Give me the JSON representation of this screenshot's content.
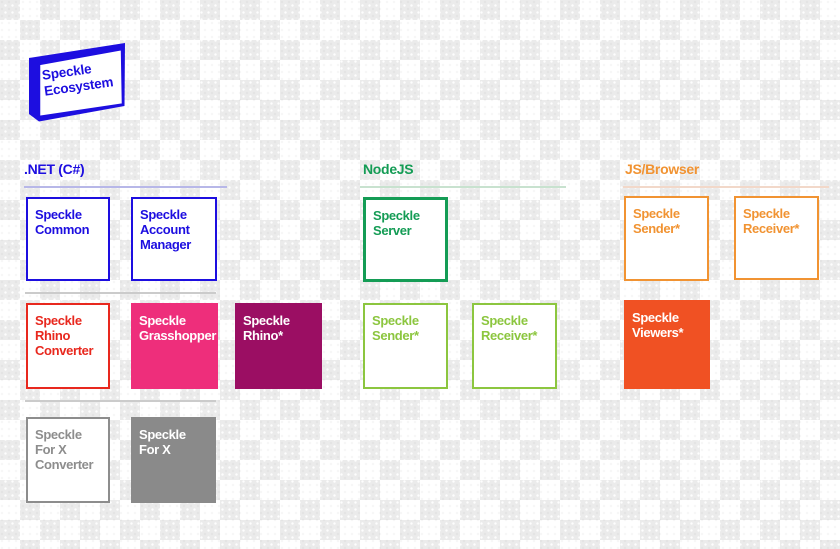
{
  "logo": {
    "title": "Speckle\nEcosystem"
  },
  "sections": {
    "dotnet": {
      "title": ".NET (C#)",
      "accent": "#1d0ee0",
      "rule_color": "#b7b7e8",
      "boxes": {
        "common": "Speckle\nCommon",
        "account_manager": "Speckle\nAccount\nManager",
        "rhino_converter": "Speckle\nRhino\nConverter",
        "grasshopper": "Speckle\nGrasshopper",
        "rhino": "Speckle\nRhino*",
        "for_x_converter": "Speckle\nFor X\nConverter",
        "for_x": "Speckle\nFor X"
      }
    },
    "nodejs": {
      "title": "NodeJS",
      "accent": "#149c55",
      "rule_color": "#c8e2cf",
      "boxes": {
        "server": "Speckle\nServer",
        "sender": "Speckle\nSender*",
        "receiver": "Speckle\nReceiver*"
      }
    },
    "js_browser": {
      "title": "JS/Browser",
      "accent": "#f19332",
      "rule_color": "#f2d8c9",
      "boxes": {
        "sender": "Speckle\nSender*",
        "receiver": "Speckle\nReceiver*",
        "viewers": "Speckle\nViewers*"
      }
    }
  },
  "palette": {
    "blue": "#1d0ee0",
    "red": "#e8281e",
    "pink": "#ee2e7b",
    "magenta": "#9b0e63",
    "gray": "#8d8d8d",
    "green": "#149c55",
    "light_green": "#8cc63f",
    "orange": "#f19332",
    "orange_red": "#f05123",
    "checker_gray": "#ebebeb",
    "row_divider_gray": "#cbcbcb"
  }
}
